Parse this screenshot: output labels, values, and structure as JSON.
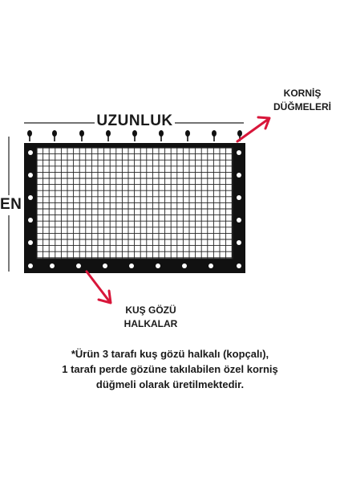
{
  "dimensions": {
    "length_label": "UZUNLUK",
    "width_label": "EN"
  },
  "callouts": {
    "curtain_buttons": [
      "KORNİŞ",
      "DÜĞMELERİ"
    ],
    "grommets": [
      "KUŞ GÖZÜ",
      "HALKALAR"
    ]
  },
  "note": [
    "*Ürün 3 tarafı kuş gözü halkalı (kopçalı),",
    "1 tarafı perde gözüne takılabilen özel korniş",
    "düğmeli olarak üretilmektedir."
  ],
  "colors": {
    "frame": "#111111",
    "grid": "#222222",
    "grommet": "#ffffff",
    "arrow": "#d8163a"
  }
}
